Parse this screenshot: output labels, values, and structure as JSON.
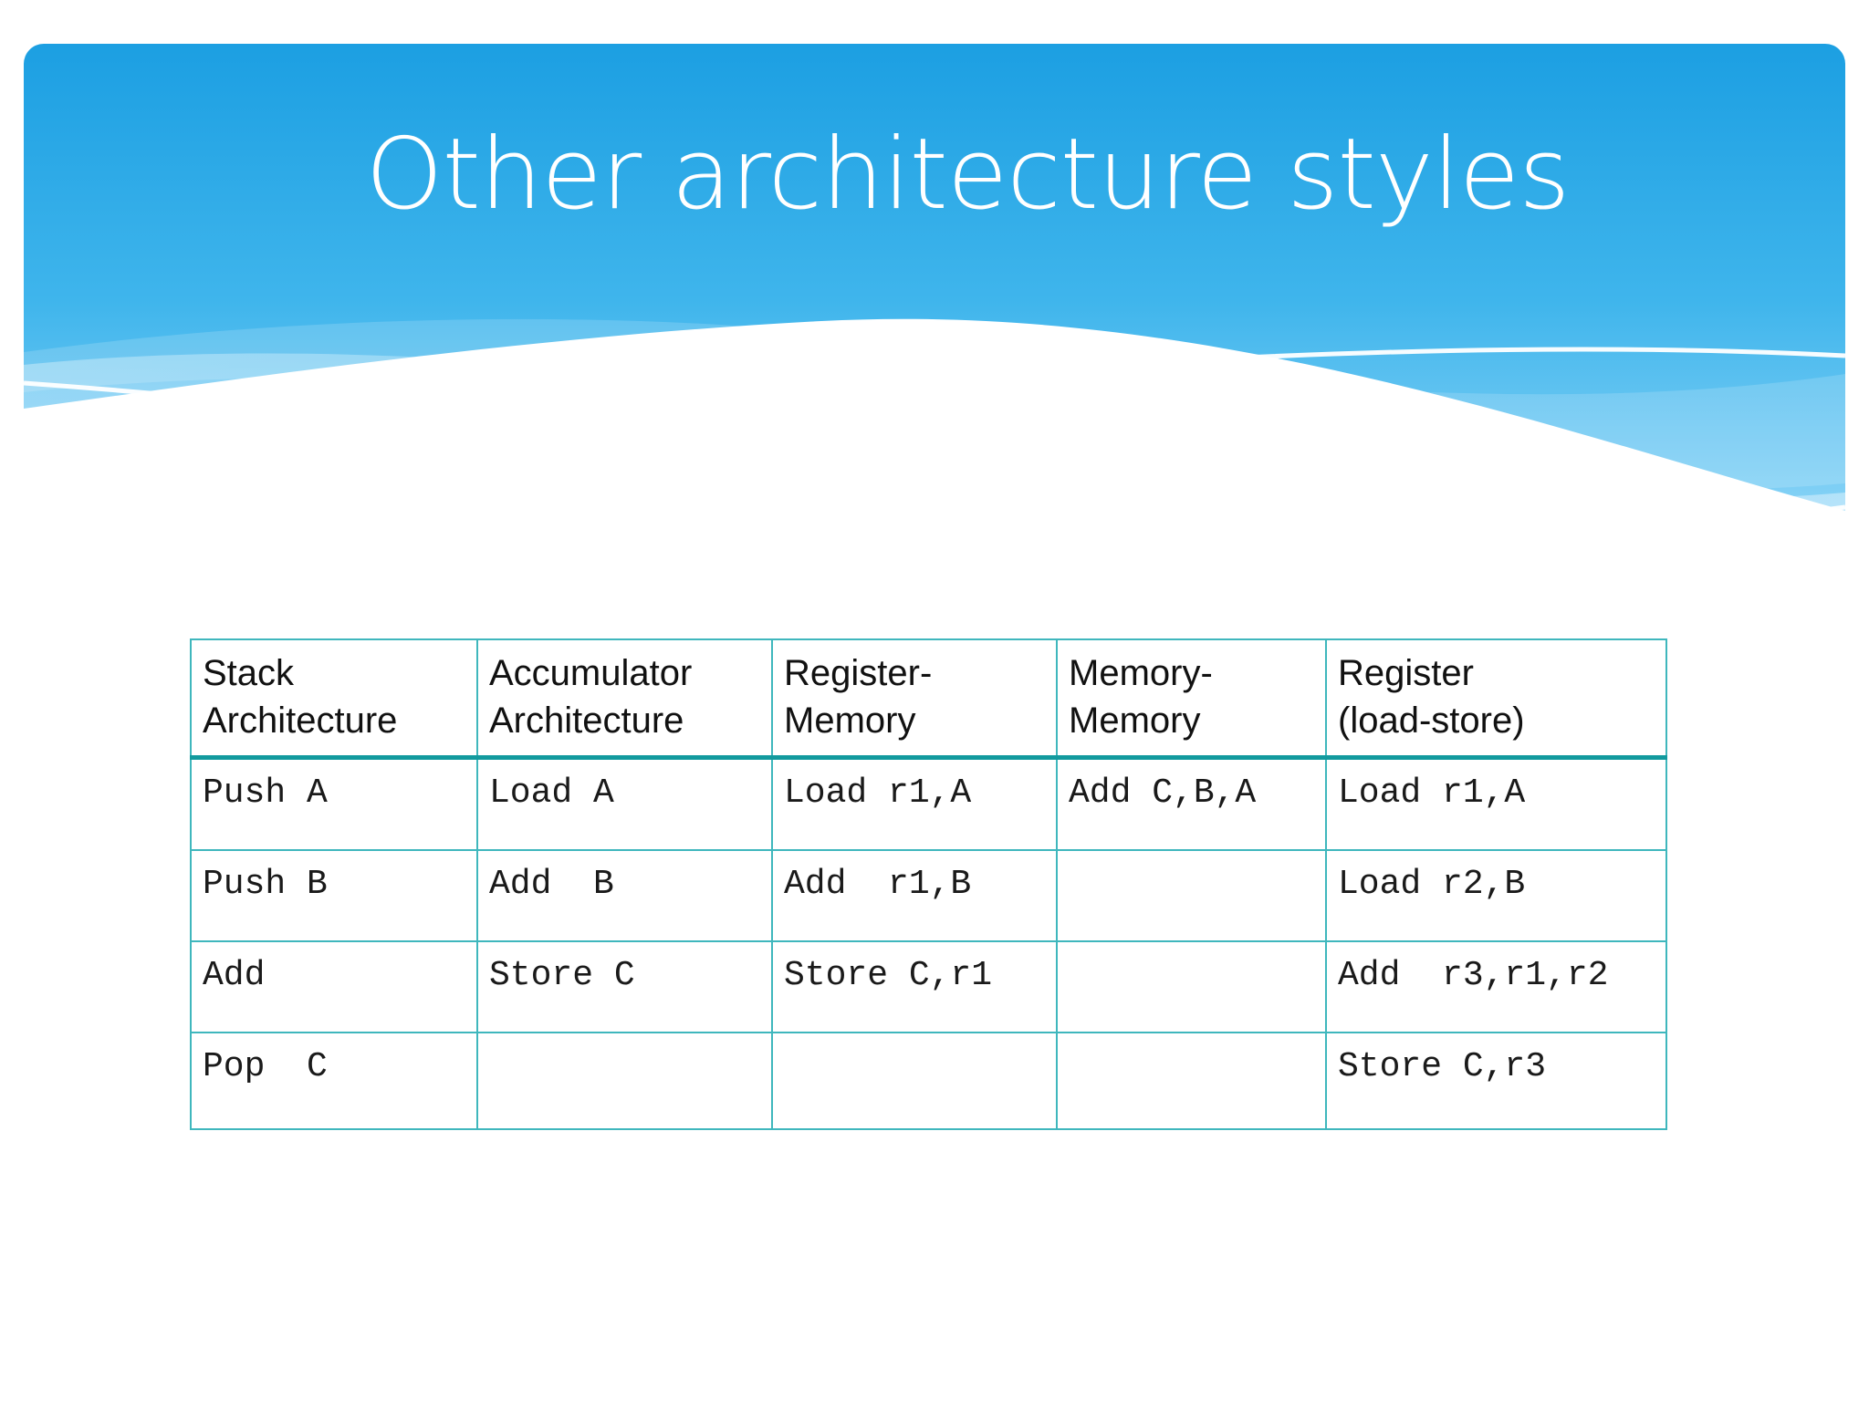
{
  "slide": {
    "title": "Other architecture styles",
    "theme_colors": {
      "banner_top": "#2BA9E8",
      "banner_bottom": "#7FD0F4",
      "table_border": "#3FB7BD",
      "table_header_rule": "#129A9E",
      "title_text": "#FFFFFF",
      "background": "#FFFFFF"
    }
  },
  "table": {
    "headers": [
      {
        "line1": "Stack",
        "line2": "Architecture"
      },
      {
        "line1": "Accumulator",
        "line2": "Architecture"
      },
      {
        "line1": "Register-",
        "line2": "Memory"
      },
      {
        "line1": "Memory-",
        "line2": "Memory"
      },
      {
        "line1": "Register",
        "line2": "(load-store)"
      }
    ],
    "rows": [
      {
        "stack": "Push A",
        "accumulator": "Load A",
        "register_memory": "Load r1,A",
        "memory_memory": "Add C,B,A",
        "register_load_store": "Load r1,A"
      },
      {
        "stack": "Push B",
        "accumulator": "Add  B",
        "register_memory": "Add  r1,B",
        "memory_memory": "",
        "register_load_store": "Load r2,B"
      },
      {
        "stack": "Add",
        "accumulator": "Store C",
        "register_memory": "Store C,r1",
        "memory_memory": "",
        "register_load_store": "Add  r3,r1,r2"
      },
      {
        "stack": "Pop  C",
        "accumulator": "",
        "register_memory": "",
        "memory_memory": "",
        "register_load_store": "Store C,r3"
      }
    ]
  }
}
